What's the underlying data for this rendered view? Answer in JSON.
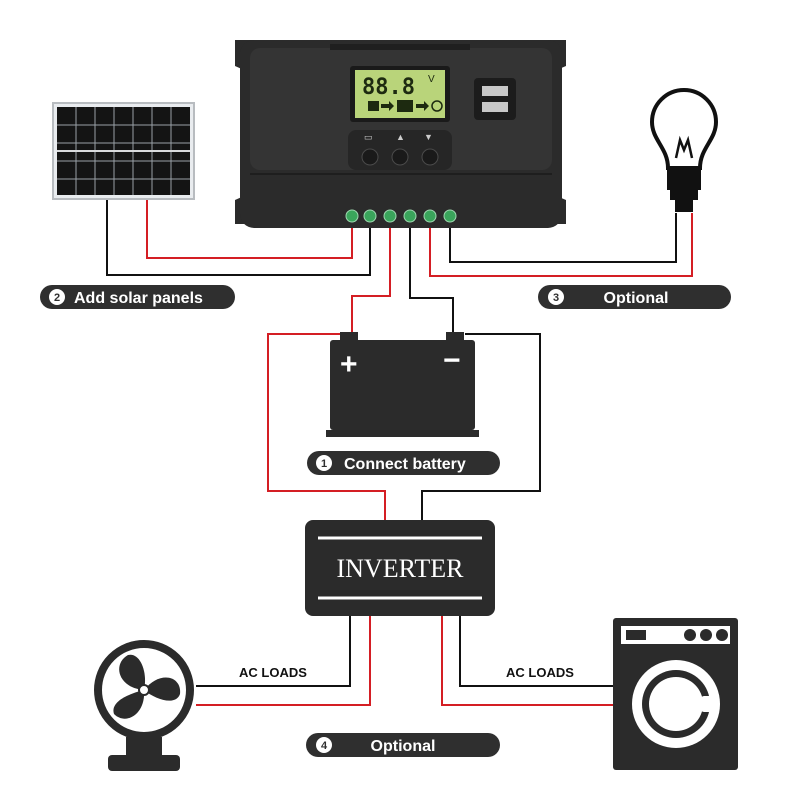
{
  "controller": {
    "lcd_reading": "88.8",
    "lcd_unit": "V"
  },
  "steps": {
    "solar": {
      "number": "2",
      "label": "Add solar panels"
    },
    "load_optional": {
      "number": "3",
      "label": "Optional"
    },
    "battery": {
      "number": "1",
      "label": "Connect battery"
    },
    "ac_optional": {
      "number": "4",
      "label": "Optional"
    }
  },
  "battery": {
    "plus_symbol": "+",
    "minus_symbol": "−"
  },
  "inverter": {
    "label": "INVERTER"
  },
  "ac_loads": {
    "left_label": "AC LOADS",
    "right_label": "AC LOADS"
  },
  "colors": {
    "positive_wire": "#d41e24",
    "negative_wire": "#111111",
    "device_body": "#2b2b2b",
    "pill_background": "#2f2f2f",
    "lcd_screen": "#b9d47a",
    "terminal_green": "#3aa55b"
  },
  "icons": [
    "solar-panel-icon",
    "light-bulb-icon",
    "fan-icon",
    "washing-machine-icon",
    "battery-icon"
  ]
}
